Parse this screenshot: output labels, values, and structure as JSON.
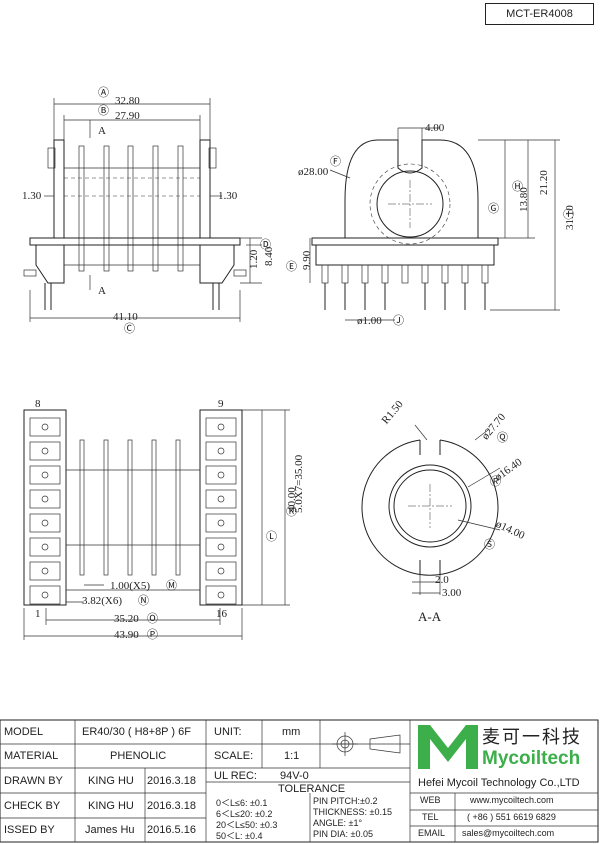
{
  "part_number": "MCT-ER4008",
  "dims": {
    "a": {
      "value": "32.80",
      "mark": "Ⓐ"
    },
    "b": {
      "value": "27.90",
      "mark": "Ⓑ"
    },
    "c": {
      "value": "41.10",
      "mark": "Ⓒ"
    },
    "d": {
      "value": "8.40",
      "mark": "Ⓓ"
    },
    "e": {
      "value": "9.90",
      "mark": "Ⓔ"
    },
    "f": {
      "value": "ø28.00",
      "mark": "Ⓕ"
    },
    "g": {
      "value": "13.80",
      "mark": "Ⓖ"
    },
    "h": {
      "value": "21.20",
      "mark": "Ⓗ"
    },
    "i": {
      "value": "31.10",
      "mark": "Ⓘ"
    },
    "j": {
      "value": "ø1.00",
      "mark": "Ⓙ"
    },
    "k": {
      "value": "40.00",
      "mark": "Ⓚ"
    },
    "l": {
      "value": "5.0X7=35.00",
      "mark": "Ⓛ"
    },
    "m": {
      "value": "1.00(X5)",
      "mark": "Ⓜ"
    },
    "n": {
      "value": "3.82(X6)",
      "mark": "Ⓝ"
    },
    "o": {
      "value": "35.20",
      "mark": "Ⓞ"
    },
    "p": {
      "value": "43.90",
      "mark": "Ⓟ"
    },
    "q": {
      "value": "ø27.70",
      "mark": "Ⓠ"
    },
    "r": {
      "value": "ø16.40",
      "mark": "Ⓡ"
    },
    "s": {
      "value": "ø14.00",
      "mark": "Ⓢ"
    },
    "side_left": "1.30",
    "side_right": "1.30",
    "slot_top": "4.00",
    "pin_small": "1.20",
    "radius": "R1.50",
    "gap": "2.0",
    "gap_total": "3.00"
  },
  "labels": {
    "section": "A",
    "section_view": "A-A",
    "pin_8": "8",
    "pin_9": "9",
    "pin_1": "1",
    "pin_16": "16"
  },
  "title_block": {
    "model_label": "MODEL",
    "model_value": "ER40/30 ( H8+8P ) 6F",
    "material_label": "MATERIAL",
    "material_value": "PHENOLIC",
    "drawn_label": "DRAWN BY",
    "drawn_name": "KING HU",
    "drawn_date": "2016.3.18",
    "check_label": "CHECK BY",
    "check_name": "KING HU",
    "check_date": "2016.3.18",
    "issued_label": "ISSED BY",
    "issued_name": "James Hu",
    "issued_date": "2016.5.16",
    "unit_label": "UNIT:",
    "unit_value": "mm",
    "scale_label": "SCALE:",
    "scale_value": "1:1",
    "ul_label": "UL REC:",
    "ul_value": "94V-0",
    "tolerance_label": "TOLERANCE",
    "tol1": "0＜L≤6: ±0.1",
    "tol2": "6＜L≤20: ±0.2",
    "tol3": "20＜L≤50: ±0.3",
    "tol4": "50＜L: ±0.4",
    "tol5": "PIN PITCH:±0.2",
    "tol6": "THICKNESS: ±0.15",
    "tol7": "ANGLE: ±1°",
    "tol8": "PIN DIA: ±0.05",
    "company_cn": "麦可一科技",
    "company_brand": "Mycoiltech",
    "company_name": "Hefei Mycoil Technology Co.,LTD",
    "web_label": "WEB",
    "web_value": "www.mycoiltech.com",
    "tel_label": "TEL",
    "tel_value": "( +86 ) 551 6619 6829",
    "email_label": "EMAIL",
    "email_value": "sales@mycoiltech.com",
    "brand_color": "#3cae4a"
  }
}
